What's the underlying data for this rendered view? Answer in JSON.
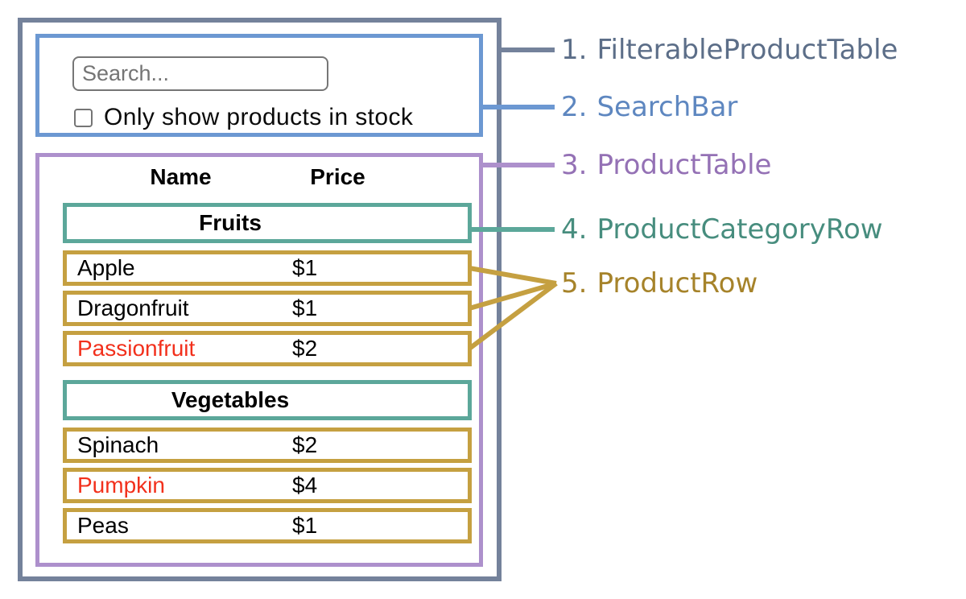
{
  "searchbar": {
    "placeholder": "Search...",
    "checkbox_label": "Only show products in stock",
    "checkbox_checked": false
  },
  "product_table": {
    "headers": {
      "name": "Name",
      "price": "Price"
    },
    "sections": [
      {
        "category": "Fruits",
        "rows": [
          {
            "name": "Apple",
            "price": "$1",
            "in_stock": true
          },
          {
            "name": "Dragonfruit",
            "price": "$1",
            "in_stock": true
          },
          {
            "name": "Passionfruit",
            "price": "$2",
            "in_stock": false
          }
        ]
      },
      {
        "category": "Vegetables",
        "rows": [
          {
            "name": "Spinach",
            "price": "$2",
            "in_stock": true
          },
          {
            "name": "Pumpkin",
            "price": "$4",
            "in_stock": false
          },
          {
            "name": "Peas",
            "price": "$1",
            "in_stock": true
          }
        ]
      }
    ]
  },
  "legend": {
    "items": [
      {
        "number": "1.",
        "label": "FilterableProductTable",
        "color": "#5C6E88"
      },
      {
        "number": "2.",
        "label": "SearchBar",
        "color": "#5E87C0"
      },
      {
        "number": "3.",
        "label": "ProductTable",
        "color": "#9471B5"
      },
      {
        "number": "4.",
        "label": "ProductCategoryRow",
        "color": "#478D7E"
      },
      {
        "number": "5.",
        "label": "ProductRow",
        "color": "#A6832A"
      }
    ]
  },
  "colors": {
    "filterable_product_table_border": "#74829B",
    "search_bar_border": "#6C98D2",
    "product_table_border": "#AD90CC",
    "product_category_row_border": "#5CA79A",
    "product_row_border": "#C5A041",
    "out_of_stock_text": "#F2301C"
  }
}
